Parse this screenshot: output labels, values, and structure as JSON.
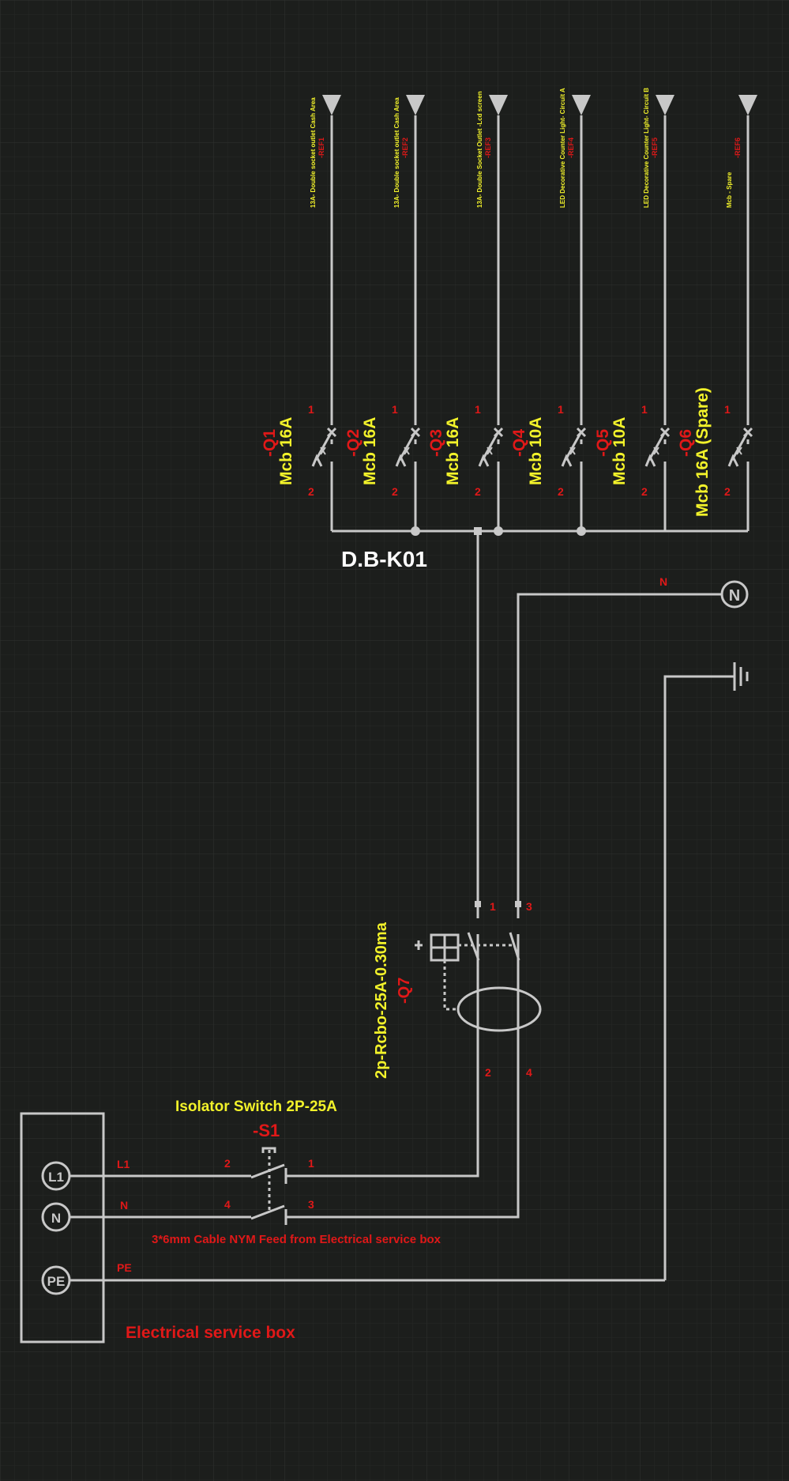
{
  "colors": {
    "background": "#1c1e1c",
    "grid_minor": "#262826",
    "grid_major": "#2f322f",
    "wire": "#c8c8c8",
    "label_yellow": "#f2f22a",
    "label_red": "#e01818",
    "label_white": "#ffffff"
  },
  "board_title": "D.B-K01",
  "circuits": [
    {
      "id": "-Q1",
      "rating": "Mcb 16A",
      "ref": "-REF1",
      "description": "13A- Double socket outlet Cash Area",
      "pin_top": "1",
      "pin_bottom": "2"
    },
    {
      "id": "-Q2",
      "rating": "Mcb 16A",
      "ref": "-REF2",
      "description": "13A- Double socket outlet Cash Area",
      "pin_top": "1",
      "pin_bottom": "2"
    },
    {
      "id": "-Q3",
      "rating": "Mcb 16A",
      "ref": "-REF3",
      "description": "13A- Double Socket Outlet -Lcd screen",
      "pin_top": "1",
      "pin_bottom": "2"
    },
    {
      "id": "-Q4",
      "rating": "Mcb 10A",
      "ref": "-REF4",
      "description": "LED Decorative Counter Light- Circuit A",
      "pin_top": "1",
      "pin_bottom": "2"
    },
    {
      "id": "-Q5",
      "rating": "Mcb 10A",
      "ref": "-REF5",
      "description": "LED Decorative Counter Light- Circuit B",
      "pin_top": "1",
      "pin_bottom": "2"
    },
    {
      "id": "-Q6",
      "rating": "Mcb 16A (Spare)",
      "ref": "-REF6",
      "description": "Mcb - Spare",
      "pin_top": "1",
      "pin_bottom": "2"
    }
  ],
  "neutral_bus": {
    "label": "N",
    "terminal": "N"
  },
  "rcbo": {
    "id": "-Q7",
    "rating": "2p-Rcbo-25A-0.30ma",
    "pins": [
      "1",
      "3",
      "2",
      "4"
    ]
  },
  "isolator": {
    "title": "Isolator Switch 2P-25A",
    "id": "-S1",
    "pins": [
      "2",
      "1",
      "4",
      "3"
    ]
  },
  "service_box": {
    "title": "Electrical service box",
    "terminals": [
      "L1",
      "N",
      "PE"
    ],
    "wire_labels": [
      "L1",
      "N",
      "PE"
    ]
  },
  "cable_label": "3*6mm Cable NYM Feed from Electrical service box"
}
